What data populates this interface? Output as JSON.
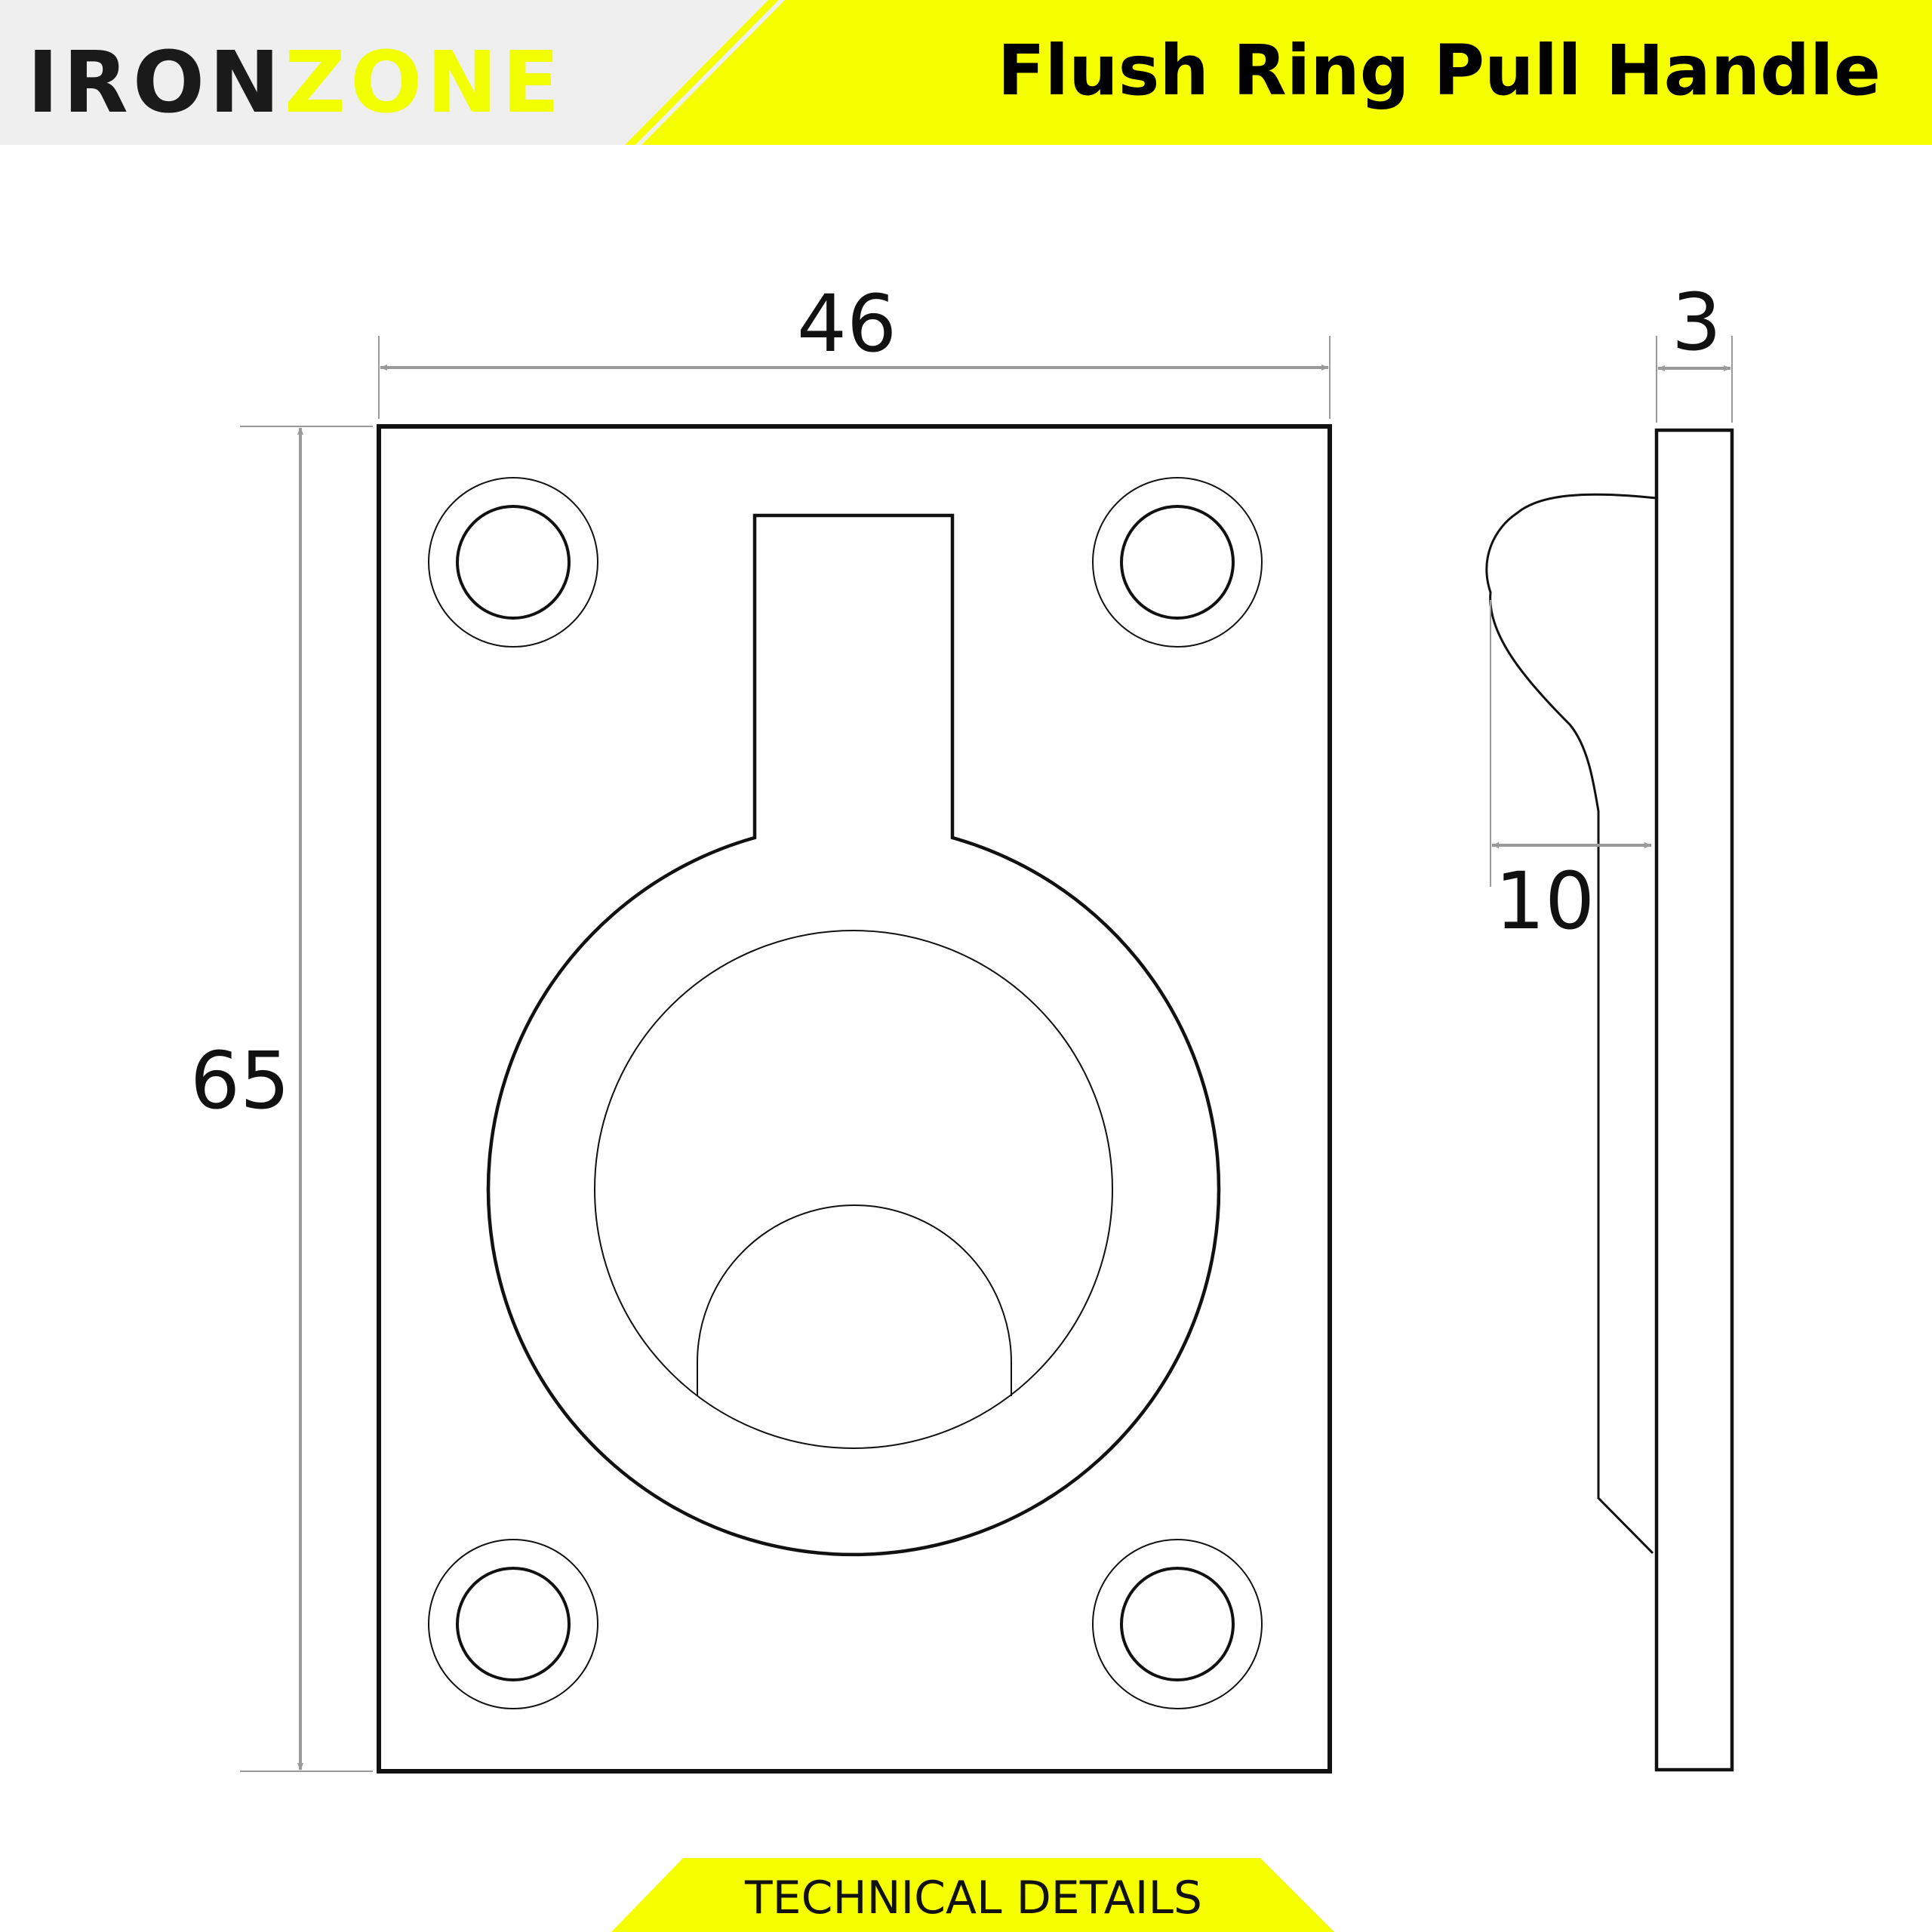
{
  "brand": {
    "part1": "IRON",
    "part2": "ZONE"
  },
  "header": {
    "title": "Flush Ring Pull Handle"
  },
  "dimensions": {
    "width": "46",
    "height": "65",
    "plate_thickness": "3",
    "projection": "10"
  },
  "footer": {
    "label": "TECHNICAL DETAILS"
  },
  "colors": {
    "accent": "#f6ff00",
    "header_gray": "#efefef",
    "line": "#111111",
    "dimension": "#9a9a9a"
  }
}
